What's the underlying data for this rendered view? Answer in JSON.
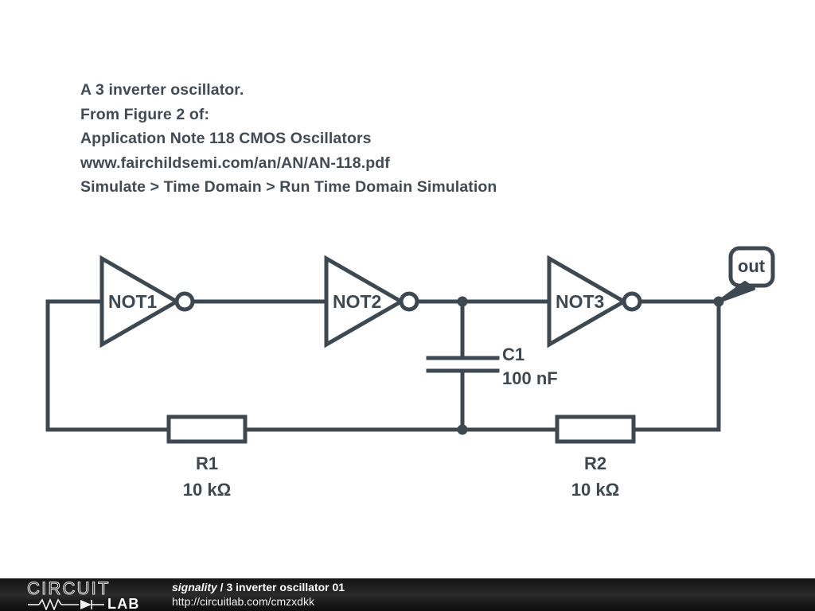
{
  "canvas": {
    "background": "#ffffff",
    "wire_color": "#3e4850",
    "text_color": "#424b53"
  },
  "description": {
    "lines": [
      "A 3 inverter oscillator.",
      "From Figure 2 of:",
      "Application Note 118 CMOS Oscillators",
      "www.fairchildsemi.com/an/AN/AN-118.pdf",
      "Simulate > Time Domain > Run Time Domain Simulation"
    ]
  },
  "circuit": {
    "title": "3 inverter oscillator 01",
    "gates": [
      {
        "name": "NOT1",
        "label": "NOT1"
      },
      {
        "name": "NOT2",
        "label": "NOT2"
      },
      {
        "name": "NOT3",
        "label": "NOT3"
      }
    ],
    "capacitors": [
      {
        "name": "C1",
        "label": "C1",
        "value": "100 nF"
      }
    ],
    "resistors": [
      {
        "name": "R1",
        "label": "R1",
        "value": "10 kΩ"
      },
      {
        "name": "R2",
        "label": "R2",
        "value": "10 kΩ"
      }
    ],
    "nodes": [
      {
        "name": "out",
        "label": "out"
      }
    ]
  },
  "footer": {
    "logo_top": "CIRCUIT",
    "logo_bottom": "LAB",
    "owner": "signality",
    "separator": " / ",
    "schematic_name": "3 inverter oscillator 01",
    "url": "http://circuitlab.com/cmzxdkk"
  }
}
